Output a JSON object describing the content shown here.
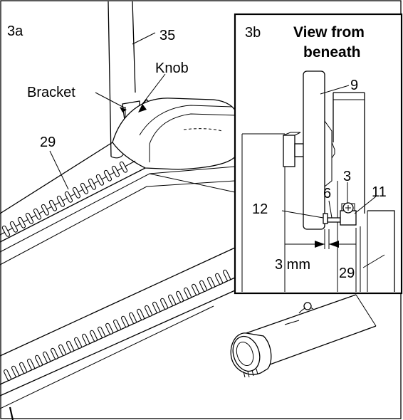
{
  "panel_a": {
    "step_label": "3a",
    "callouts": {
      "post": "35",
      "knob": "Knob",
      "bracket": "Bracket",
      "rail": "29"
    }
  },
  "panel_b": {
    "step_label": "3b",
    "title_line1": "View from",
    "title_line2": "beneath",
    "callouts": {
      "pad": "9",
      "screw": "3",
      "clip": "6",
      "block": "11",
      "magnet": "12",
      "gap": "3 mm",
      "rail": "29"
    }
  }
}
